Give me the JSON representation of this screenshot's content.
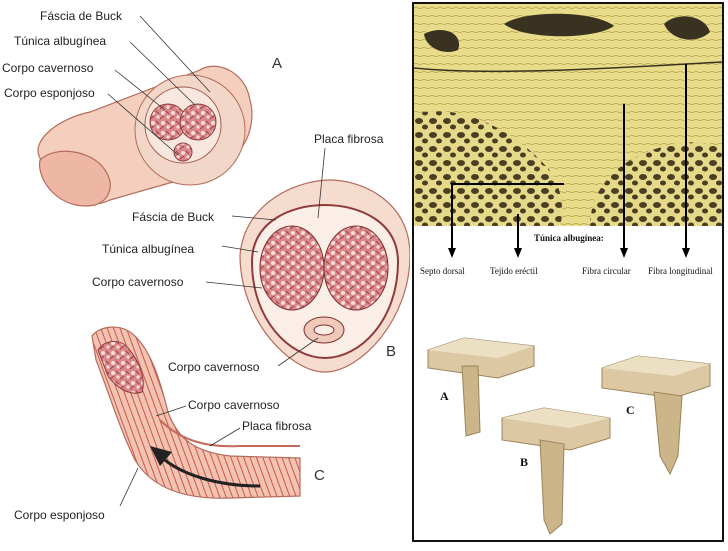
{
  "left": {
    "labels": {
      "fascia_buck_a": "Fáscia de Buck",
      "tunica_albuginea_a": "Túnica albugínea",
      "corpo_cavernoso_a": "Corpo cavernoso",
      "corpo_esponjoso_a": "Corpo esponjoso",
      "letter_a": "A",
      "placa_fibrosa_b": "Placa fibrosa",
      "fascia_buck_b": "Fáscia de Buck",
      "tunica_albuginea_b": "Túnica albugínea",
      "corpo_cavernoso_b": "Corpo cavernoso",
      "corpo_cavernoso_b2": "Corpo cavernoso",
      "letter_b": "B",
      "corpo_cavernoso_c": "Corpo cavernoso",
      "placa_fibrosa_c": "Placa fibrosa",
      "letter_c": "C",
      "corpo_esponjoso_c": "Corpo esponjoso"
    }
  },
  "right": {
    "tunica_title": "Túnica albugínea:",
    "labels": {
      "septo_dorsal": "Septo dorsal",
      "tejido_erectil": "Tejido eréctil",
      "fibra_circular": "Fibra circular",
      "fibra_longitudinal": "Fibra longitudinal"
    },
    "letters": {
      "a": "A",
      "b": "B",
      "c": "C"
    }
  }
}
